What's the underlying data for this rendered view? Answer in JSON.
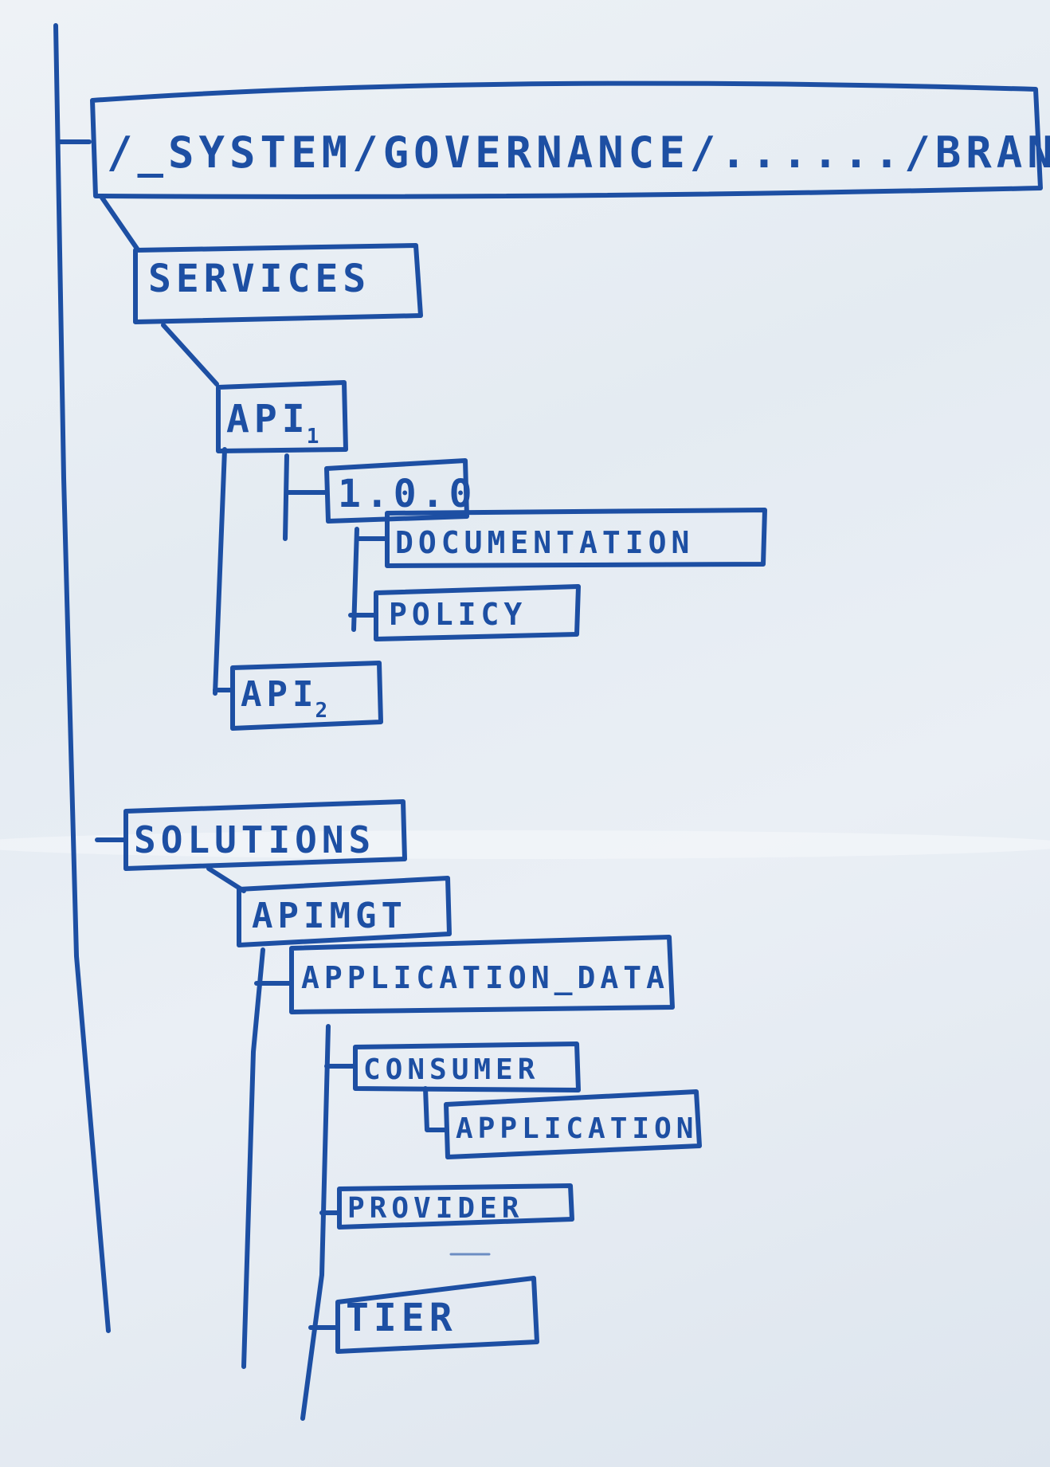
{
  "root": {
    "label": "/_SYSTEM/GOVERNANCE/....../BRANCH"
  },
  "services": {
    "label": "SERVICES",
    "api1": {
      "label": "API",
      "subscript": "1"
    },
    "version": {
      "label": "1.0.0"
    },
    "documentation": {
      "label": "DOCUMENTATION"
    },
    "policy": {
      "label": "POLICY"
    },
    "api2": {
      "label": "API",
      "subscript": "2"
    }
  },
  "solutions": {
    "label": "SOLUTIONS",
    "apimgt": {
      "label": "APIMGT"
    },
    "application_data": {
      "label": "APPLICATION_DATA"
    },
    "consumer": {
      "label": "CONSUMER"
    },
    "application": {
      "label": "APPLICATION"
    },
    "provider": {
      "label": "PROVIDER"
    },
    "tier": {
      "label": "TIER"
    }
  },
  "colors": {
    "marker": "#1d4fa3",
    "board": "#e8eef4"
  }
}
